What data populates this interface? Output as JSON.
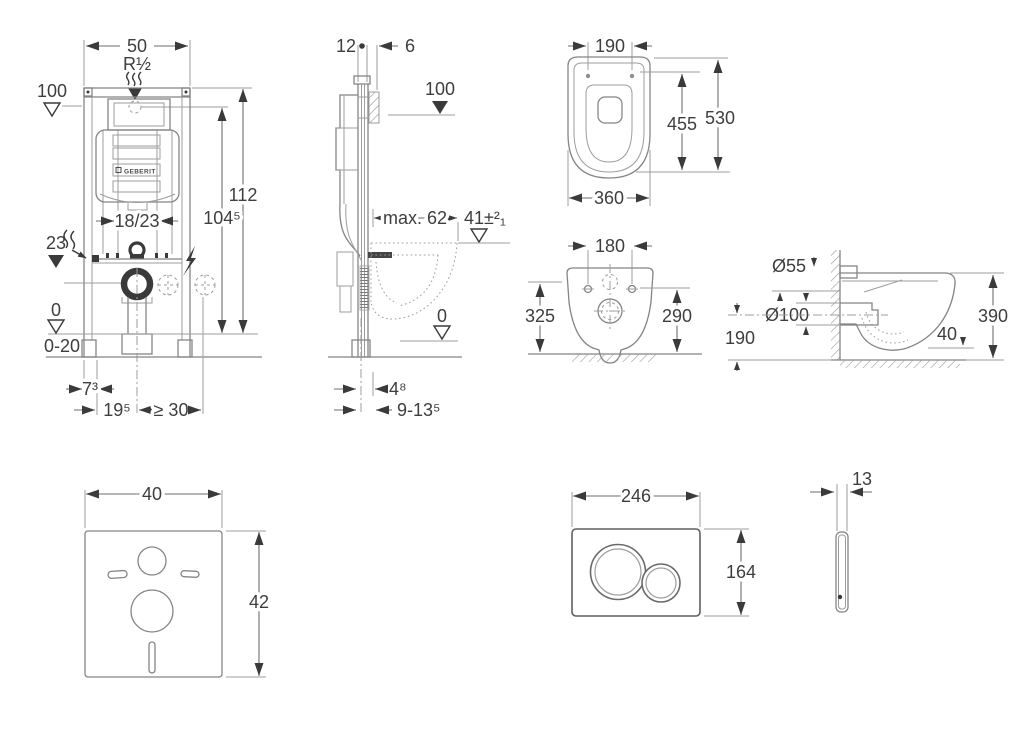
{
  "views": {
    "frame_front": {
      "brand": "GEBERIT",
      "dims": {
        "width": "50",
        "inlet_thread": "R½",
        "inlet_level": "100",
        "total_height": "112",
        "upper_height": "104⁵",
        "actuator_range": "18/23",
        "outlet_height": "23",
        "zero_level": "0",
        "floor_range": "0-20",
        "foot_offset": "7³",
        "outlet_offset": "19⁵",
        "side_clearance": "≥ 30"
      }
    },
    "frame_side": {
      "dims": {
        "frame_depth": "12",
        "front_offset": "6",
        "inlet_level": "100",
        "max_depth": "max. 62",
        "pan_level": "41±²₁",
        "zero_level": "0",
        "foot_depth": "4⁸",
        "wall_range": "9-13⁵"
      }
    },
    "pan_top": {
      "dims": {
        "hinge_spacing": "190",
        "seat_depth": "455",
        "total_depth": "530",
        "width": "360"
      }
    },
    "pan_front": {
      "dims": {
        "bolt_spacing": "180",
        "left_height": "325",
        "right_height": "290"
      }
    },
    "pan_side": {
      "dims": {
        "flush_pipe_dia": "Ø55",
        "outlet_dia": "Ø100",
        "outlet_height": "190",
        "rim_depth": "40",
        "total_height": "390"
      }
    },
    "sound_pad": {
      "dims": {
        "width": "40",
        "height": "42"
      }
    },
    "flush_plate": {
      "dims": {
        "width": "246",
        "height": "164"
      }
    },
    "flush_plate_side": {
      "dims": {
        "thickness": "13"
      }
    }
  },
  "icons": {
    "water_supply": "〰",
    "water_inlet": "▼",
    "electrical": "⚡",
    "level_open": "▽",
    "level_filled": "▼"
  },
  "colors": {
    "bg": "#ffffff",
    "line": "#858585",
    "line_light": "#9d9d9d",
    "dark": "#3a3a3a",
    "text": "#3e3e3e"
  }
}
